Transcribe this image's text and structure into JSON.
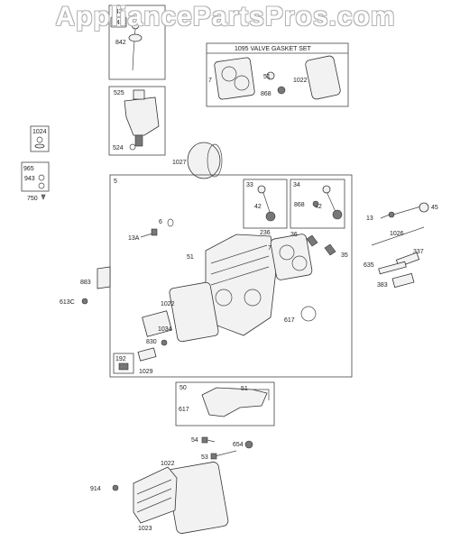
{
  "watermark": "AppliancePartsPros.com",
  "valve_gasket_set": {
    "title": "1095 VALVE GASKET SET",
    "parts": [
      "7",
      "51",
      "868",
      "1022"
    ]
  },
  "dipstick_box": {
    "top_label": "843",
    "inner_label": "842",
    "seal_label": "842"
  },
  "breather_box": {
    "box_label": "525",
    "item_label": "524"
  },
  "oil_filter": {
    "label": "1027"
  },
  "side_boxes": {
    "box_1024": "1024",
    "box_965": "965",
    "item_943": "943",
    "item_750": "750"
  },
  "cylinder_head_box": {
    "box_label": "5",
    "sub_boxes": [
      {
        "box": "33",
        "item": "42"
      },
      {
        "box": "34",
        "item": "42",
        "extra": "868"
      }
    ],
    "labels": [
      "13A",
      "6",
      "236",
      "7",
      "36",
      "35",
      "51",
      "1022",
      "1034",
      "830",
      "617",
      "192",
      "1029"
    ]
  },
  "right_parts": [
    "13",
    "45",
    "1026",
    "337",
    "635",
    "383"
  ],
  "left_parts": [
    "883",
    "613C"
  ],
  "intake_box": {
    "box_label": "50",
    "items": [
      "51",
      "617"
    ]
  },
  "bottom_parts": [
    "54",
    "654",
    "53",
    "1022",
    "914",
    "1023"
  ]
}
